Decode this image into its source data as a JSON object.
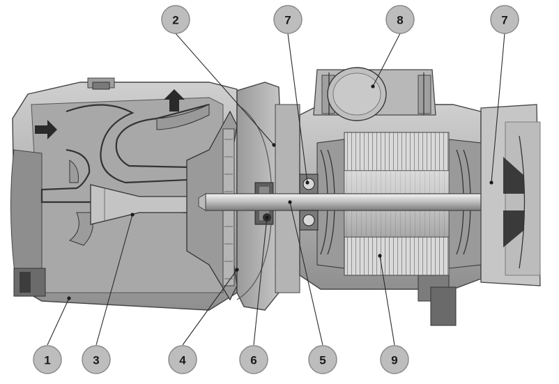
{
  "callouts": [
    {
      "id": "c1",
      "label": "1"
    },
    {
      "id": "c2",
      "label": "2"
    },
    {
      "id": "c3",
      "label": "3"
    },
    {
      "id": "c4",
      "label": "4"
    },
    {
      "id": "c5",
      "label": "5"
    },
    {
      "id": "c6",
      "label": "6"
    },
    {
      "id": "c7a",
      "label": "7"
    },
    {
      "id": "c7b",
      "label": "7"
    },
    {
      "id": "c8",
      "label": "8"
    },
    {
      "id": "c9",
      "label": "9"
    }
  ],
  "colors": {
    "casing": "#b8b8b8",
    "casing_dark": "#8c8c8c",
    "stator": "#d4d4d4",
    "rotor": "#c9c9c9",
    "callout_fill": "#bdbdbd"
  },
  "icons": [
    "flow-arrow-right-icon",
    "flow-arrow-up-icon"
  ]
}
